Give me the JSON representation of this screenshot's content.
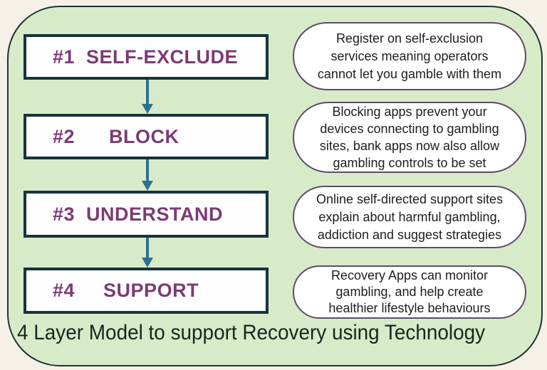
{
  "colors": {
    "page_background": "#F6F1E8",
    "panel_background": "#D7EBC9",
    "panel_border": "#1E342F",
    "box_border": "#16333E",
    "box_text": "#7B3B74",
    "arrow": "#2D7191",
    "bubble_border": "#5E4B6B",
    "bubble_text": "#1D1D1D",
    "caption_text": "#1A241E"
  },
  "boxes": [
    {
      "label": "#1  SELF-EXCLUDE"
    },
    {
      "label": "#2      BLOCK"
    },
    {
      "label": "#3  UNDERSTAND"
    },
    {
      "label": "#4     SUPPORT"
    }
  ],
  "bubbles": [
    {
      "lines": [
        "Register on self-exclusion",
        "services meaning operators",
        "cannot let you gamble with them"
      ]
    },
    {
      "lines": [
        "Blocking apps prevent your",
        "devices connecting to gambling",
        "sites, bank apps now also allow",
        "gambling controls to be set"
      ]
    },
    {
      "lines": [
        "Online self-directed support sites",
        "explain about harmful gambling,",
        "addiction and suggest strategies"
      ]
    },
    {
      "lines": [
        "Recovery Apps can monitor",
        "gambling, and help create",
        "healthier lifestyle behaviours"
      ]
    }
  ],
  "caption": "4 Layer Model to support Recovery using Technology"
}
